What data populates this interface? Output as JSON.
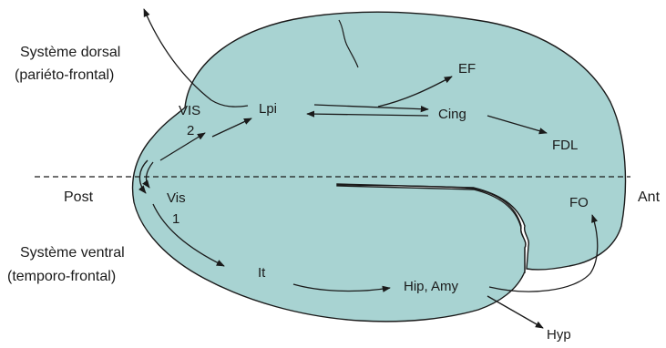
{
  "colors": {
    "brain_fill": "#a8d3d2",
    "ink": "#1a1a1a",
    "background": "#ffffff"
  },
  "labels": {
    "dorsal_line1": "Système dorsal",
    "dorsal_line2": "(pariéto-frontal)",
    "ventral_line1": "Système ventral",
    "ventral_line2": "(temporo-frontal)",
    "post": "Post",
    "ant": "Ant",
    "vis2_a": "VIS",
    "vis2_b": "2",
    "vis1_a": "Vis",
    "vis1_b": "1",
    "lpi": "Lpi",
    "ef": "EF",
    "cing": "Cing",
    "fdl": "FDL",
    "fo": "FO",
    "it": "It",
    "hip_amy": "Hip, Amy",
    "hyp": "Hyp"
  }
}
